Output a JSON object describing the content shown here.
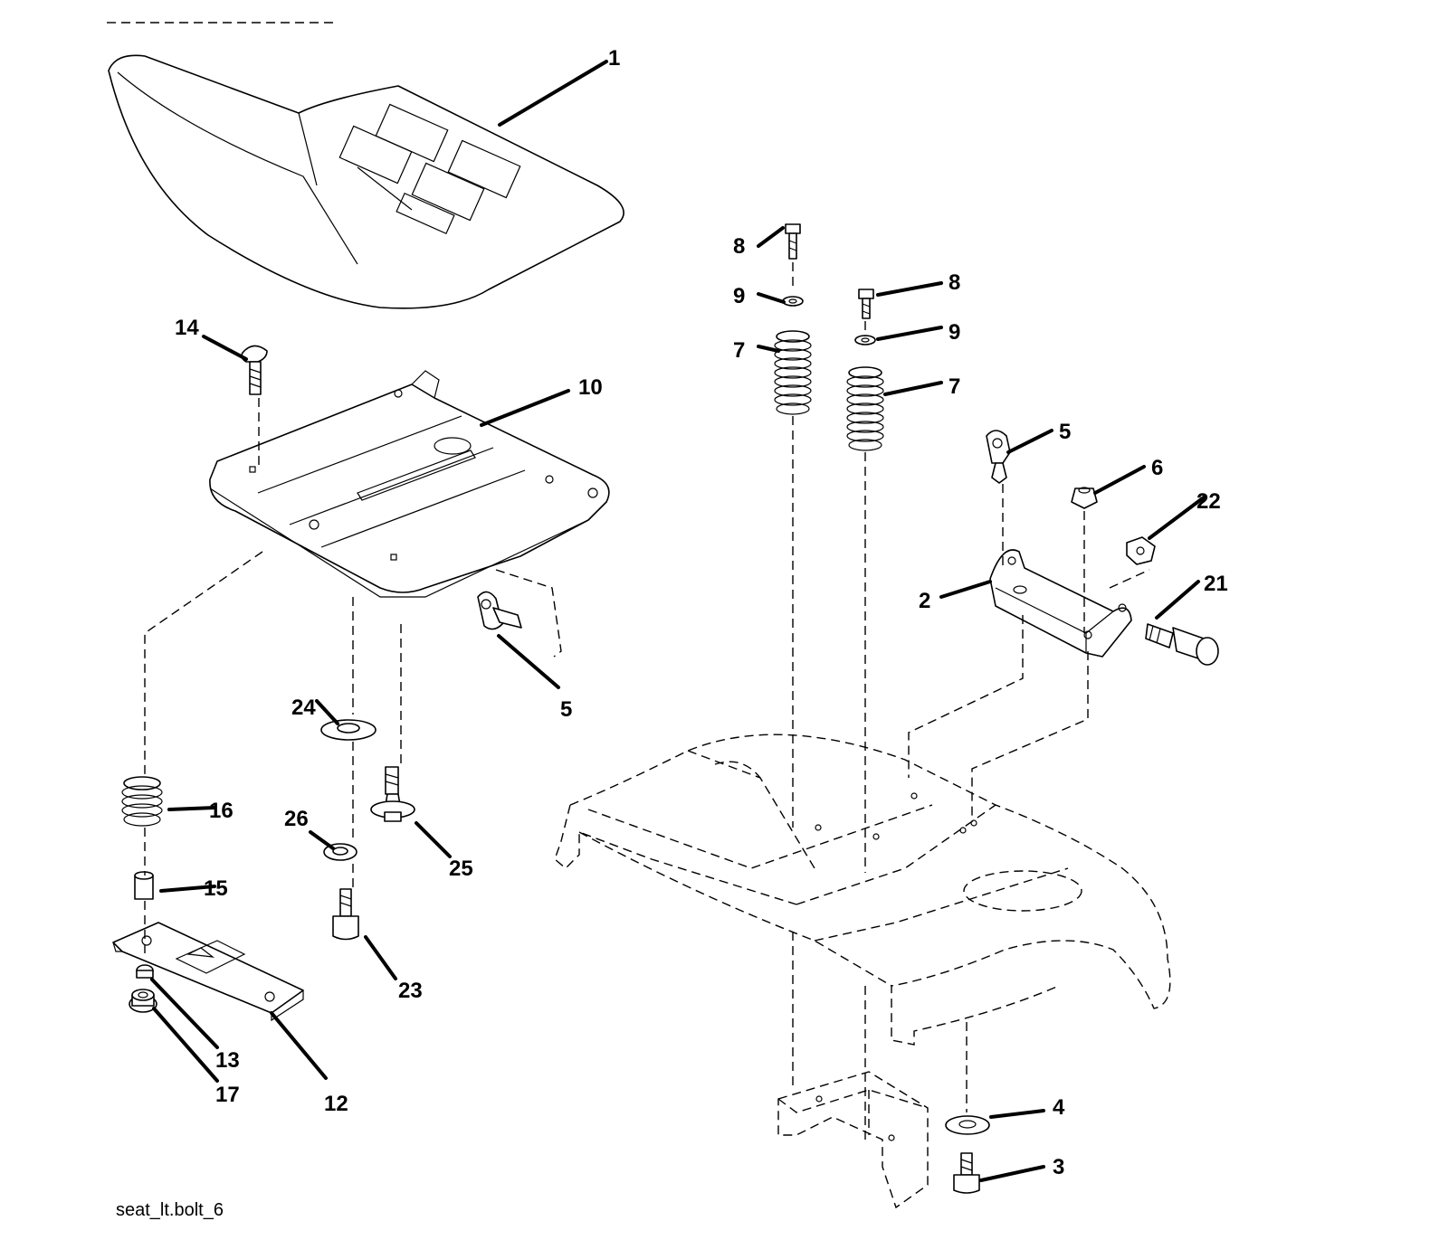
{
  "diagram": {
    "caption": "seat_lt.bolt_6",
    "callouts": {
      "c1": "1",
      "c14": "14",
      "c10": "10",
      "c5a": "5",
      "c24": "24",
      "c16": "16",
      "c26": "26",
      "c25": "25",
      "c15": "15",
      "c23": "23",
      "c13": "13",
      "c17": "17",
      "c12": "12",
      "c8a": "8",
      "c8b": "8",
      "c9a": "9",
      "c9b": "9",
      "c7a": "7",
      "c7b": "7",
      "c5b": "5",
      "c6": "6",
      "c22": "22",
      "c2": "2",
      "c21": "21",
      "c4": "4",
      "c3": "3"
    }
  }
}
